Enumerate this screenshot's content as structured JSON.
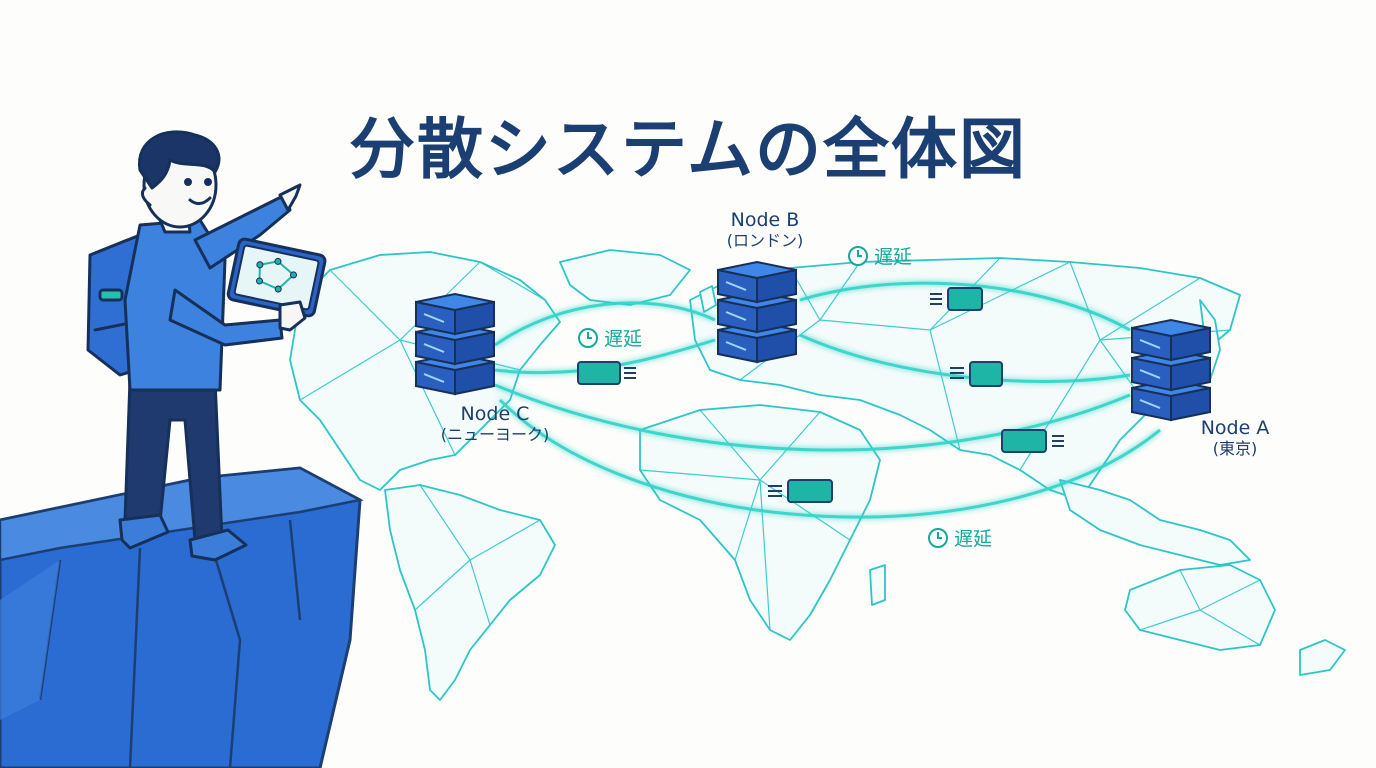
{
  "title": "分散システムの全体図",
  "nodes": {
    "a": {
      "name": "Node A",
      "city": "(東京)"
    },
    "b": {
      "name": "Node B",
      "city": "(ロンドン)"
    },
    "c": {
      "name": "Node C",
      "city": "(ニューヨーク)"
    }
  },
  "latency_labels": [
    "遅延",
    "遅延",
    "遅延"
  ],
  "colors": {
    "title": "#1b3f72",
    "accent": "#14a99a",
    "map_line": "#2bc6c8",
    "server_blue": "#2e6fd6",
    "cliff_blue": "#2a6cd2"
  }
}
